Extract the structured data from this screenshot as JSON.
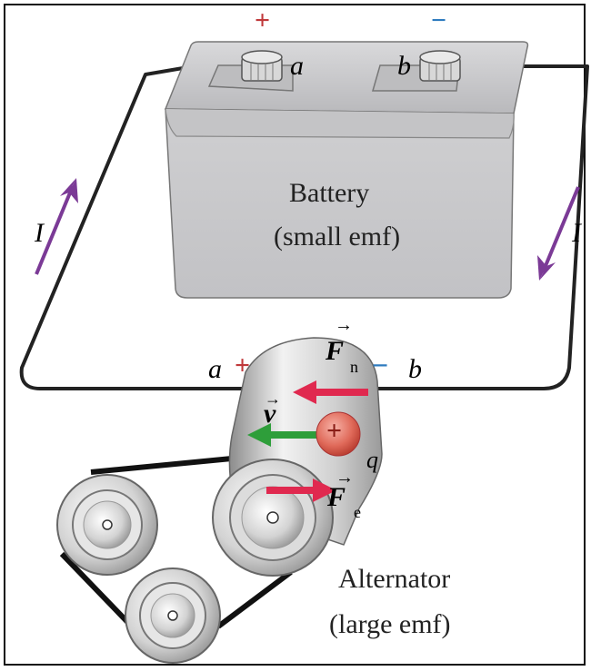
{
  "battery": {
    "name": "Battery",
    "desc": "(small emf)",
    "plus_sign": "+",
    "minus_sign": "−",
    "terminal_a": "a",
    "terminal_b": "b"
  },
  "alternator": {
    "name": "Alternator",
    "desc": "(large emf)",
    "terminal_a": "a",
    "terminal_b": "b",
    "plus_sign": "+",
    "minus_sign": "−",
    "charge_symbol": "+",
    "charge_label": "q"
  },
  "vectors": {
    "F": "F",
    "n_sub": "n",
    "e_sub": "e",
    "v": "v",
    "arrow": "→"
  },
  "current": {
    "label": "I"
  },
  "colors": {
    "wire": "#222222",
    "battery_body": "#cfcfd1",
    "current_arrow": "#7b3a96",
    "force_arrow": "#e0294f",
    "velocity_arrow": "#2e9e3a",
    "plus": "#c0393b",
    "minus": "#2e7bbf"
  }
}
